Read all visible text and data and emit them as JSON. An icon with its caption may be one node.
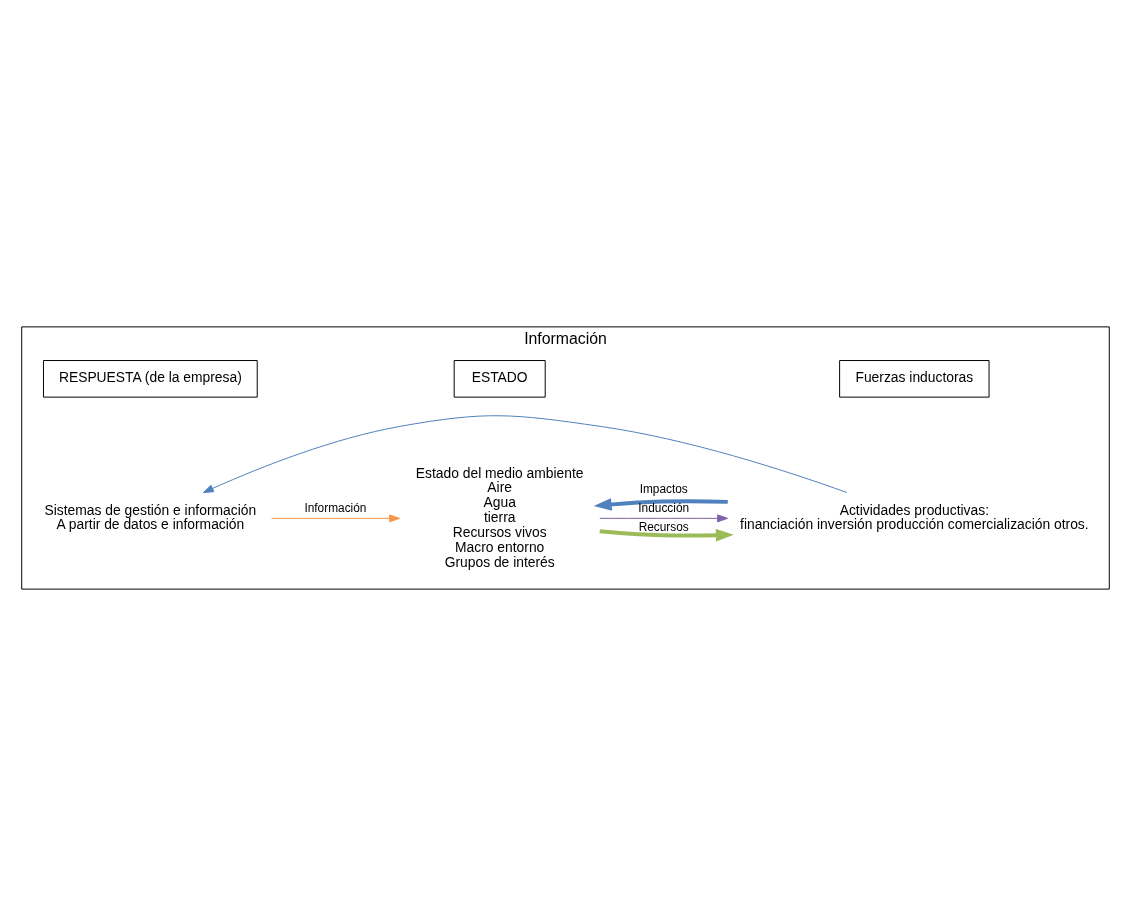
{
  "diagram": {
    "nodes": [
      {
        "text": [
          "Información"
        ]
      },
      {
        "text": [
          "Fuerzas inductoras"
        ],
        "in": 0
      },
      {
        "text": [
          "ESTADO"
        ],
        "in": 0
      },
      {
        "text": [
          "RESPUESTA (de la empresa)"
        ],
        "in": 0
      },
      {
        "text": [
          "Actividades productivas:",
          "financiación inversión producción comercialización otros."
        ],
        "in": 0
      },
      {
        "text": [
          "Estado del medio ambiente",
          "Aire",
          "Agua",
          "tierra",
          "Recursos vivos",
          "Macro entorno",
          "Grupos de interés"
        ],
        "in": 0
      },
      {
        "text": [
          "Sistemas de gestión e información",
          "A partir de datos e información"
        ],
        "in": 0
      }
    ],
    "edges": [
      {
        "from": 5,
        "to": 4,
        "arrow": "to",
        "label": "Inducción",
        "color": "#7f5fa8"
      },
      {
        "from": 4,
        "to": 5,
        "arrow": "to",
        "label": "Impactos",
        "style": "thick",
        "color": "#4f81bd"
      },
      {
        "from": 5,
        "to": 4,
        "arrow": "to",
        "label": "Recursos",
        "style": "thick",
        "color": "#9bbb59"
      },
      {
        "from": 6,
        "to": 5,
        "arrow": "to",
        "label": "Información",
        "color": "#f79646"
      },
      {
        "from": 4,
        "to": 6,
        "arrow": "to",
        "color": "#4f81bd"
      }
    ]
  }
}
